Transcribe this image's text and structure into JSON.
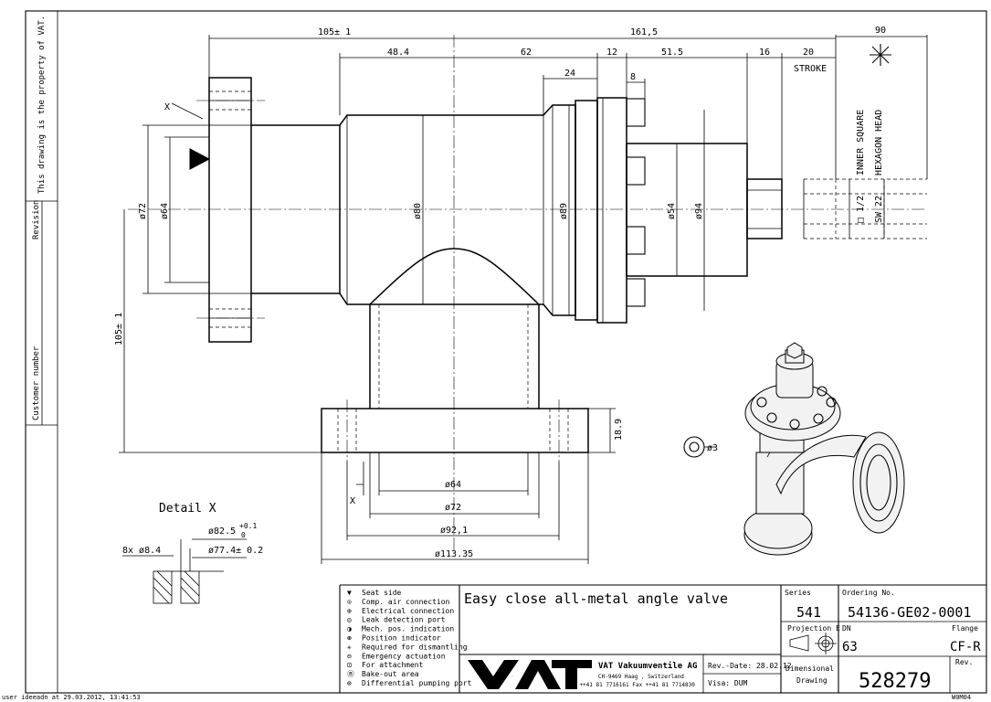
{
  "side_panel": {
    "property_note": "This drawing is the property of VAT.",
    "revision_label": "Revision",
    "customer_label": "Customer number"
  },
  "dimensions": {
    "d105_top": "105± 1",
    "d161_5": "161,5",
    "d90": "90",
    "d48_4": "48.4",
    "d62": "62",
    "d12": "12",
    "d51_5": "51.5",
    "d16": "16",
    "d20": "20",
    "stroke": "STROKE",
    "d24": "24",
    "d8": "8",
    "inner_square": "INNER SQUARE",
    "hexagon_head": "HEXAGON HEAD",
    "sq_1_2": "□ 1/2",
    "sw22": "SW 22",
    "phi72_left": "ø72",
    "phi64_left": "ø64",
    "phi80": "ø80",
    "phi89": "ø89",
    "phi54": "ø54",
    "phi94": "ø94",
    "d105_side": "105± 1",
    "d18_9": "18.9",
    "phi64_bottom": "ø64",
    "phi72_bottom": "ø72",
    "phi92_1": "ø92,1",
    "phi113_35": "ø113.35",
    "phi3": "ø3",
    "x_top": "X",
    "x_bottom": "X"
  },
  "detail": {
    "title": "Detail X",
    "phi82_5": "ø82.5",
    "tol_upper": "+0.1",
    "tol_lower": "0",
    "phi77_4": "ø77.4± 0.2",
    "bolt": "8x ø8.4"
  },
  "legend": [
    {
      "icon": "▼",
      "name": "seat-side-icon",
      "text": "Seat side"
    },
    {
      "icon": "⊙",
      "name": "comp-air-icon",
      "text": "Comp. air connection"
    },
    {
      "icon": "⊕",
      "name": "electrical-icon",
      "text": "Electrical connection"
    },
    {
      "icon": "◎",
      "name": "leak-port-icon",
      "text": "Leak detection port"
    },
    {
      "icon": "◑",
      "name": "mech-pos-icon",
      "text": "Mech. pos. indication"
    },
    {
      "icon": "⊛",
      "name": "position-indicator-icon",
      "text": "Position indicator"
    },
    {
      "icon": "✳",
      "name": "dismantling-icon",
      "text": "Required for dismantling"
    },
    {
      "icon": "⊖",
      "name": "emergency-icon",
      "text": "Emergency actuation"
    },
    {
      "icon": "⊡",
      "name": "attachment-icon",
      "text": "For attachment"
    },
    {
      "icon": "Ⓑ",
      "name": "bake-out-icon",
      "text": "Bake-out area"
    },
    {
      "icon": "⊗",
      "name": "pumping-port-icon",
      "text": "Differential pumping port"
    }
  ],
  "title_block": {
    "title": "Easy close all-metal angle valve",
    "series_label": "Series",
    "series": "541",
    "ordering_label": "Ordering No.",
    "ordering_no": "54136-GE02-0001",
    "projection_label": "Projection E",
    "dn_label": "DN",
    "dn": "63",
    "flange_label": "Flange",
    "flange": "CF-R",
    "company": "VAT Vakuumventile AG",
    "address": "CH-9469 Haag , Switzerland",
    "phone": "Tel ++41 81 7716161 Fax ++41 81 7714830",
    "rev_date": "Rev.-Date: 28.02.12",
    "visa": "Visa: DUM",
    "doc_type_1": "Dimensional",
    "doc_type_2": "Drawing",
    "rev_label": "Rev.",
    "drawing_no": "528279",
    "logo": "VAT"
  },
  "footer": {
    "user": "user ideeadn at 29.03.2012, 13:41:53",
    "code": "W0M04"
  }
}
